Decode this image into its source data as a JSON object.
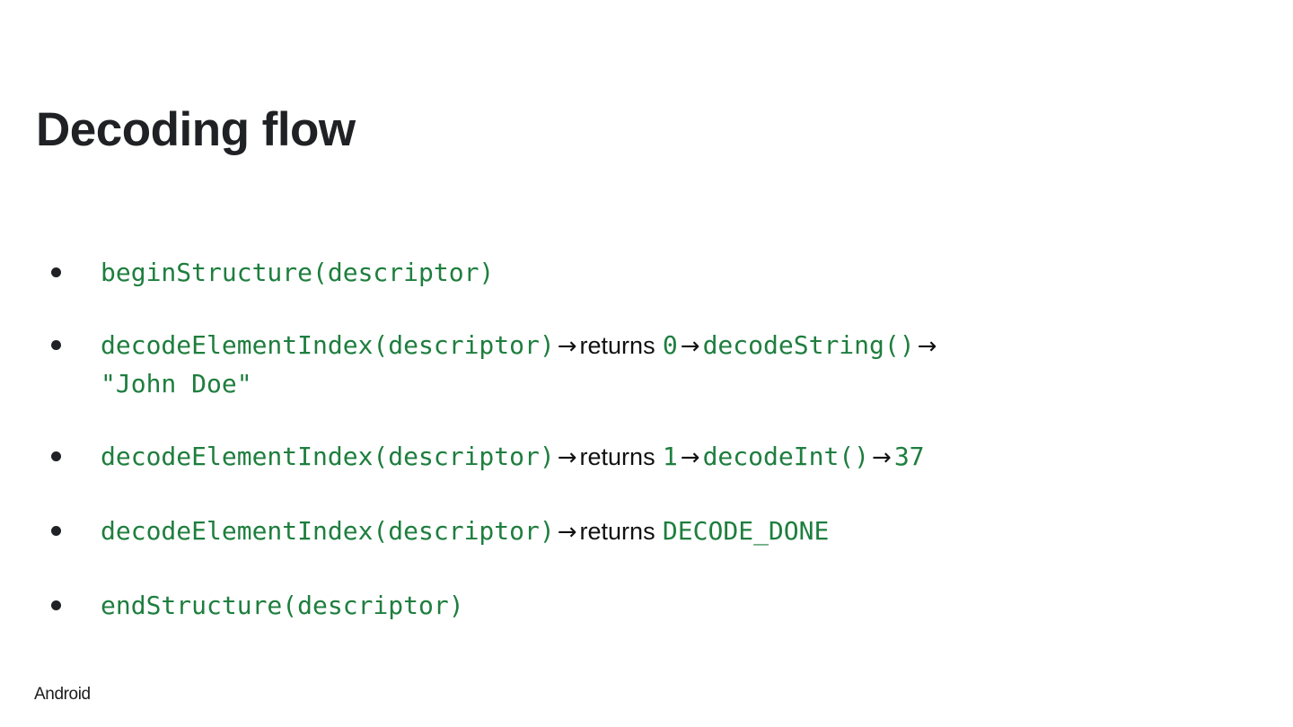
{
  "slide": {
    "title": "Decoding flow",
    "background_color": "#ffffff",
    "title_color": "#202124",
    "code_color": "#1e7e3e",
    "text_color": "#111111",
    "bullet_color": "#202124"
  },
  "bullets": [
    {
      "id": "begin-structure",
      "line1": {
        "code1": "beginStructure(descriptor)"
      }
    },
    {
      "id": "decode-element-index-0",
      "line1": {
        "code1": "decodeElementIndex(descriptor)",
        "arrow1": "→",
        "prose1": "returns",
        "code2": "0",
        "arrow2": "→",
        "code3": "decodeString()",
        "arrow3": "→"
      },
      "line2": {
        "code4": "\"John Doe\""
      }
    },
    {
      "id": "decode-element-index-1",
      "line1": {
        "code1": "decodeElementIndex(descriptor)",
        "arrow1": "→",
        "prose1": "returns",
        "code2": "1",
        "arrow2": "→",
        "code3": "decodeInt()",
        "arrow3": "→",
        "code4": "37"
      }
    },
    {
      "id": "decode-element-index-done",
      "line1": {
        "code1": "decodeElementIndex(descriptor)",
        "arrow1": "→",
        "prose1": "returns",
        "code2": "DECODE_DONE"
      }
    },
    {
      "id": "end-structure",
      "line1": {
        "code1": "endStructure(descriptor)"
      }
    }
  ],
  "footer": {
    "brand": "Android"
  }
}
